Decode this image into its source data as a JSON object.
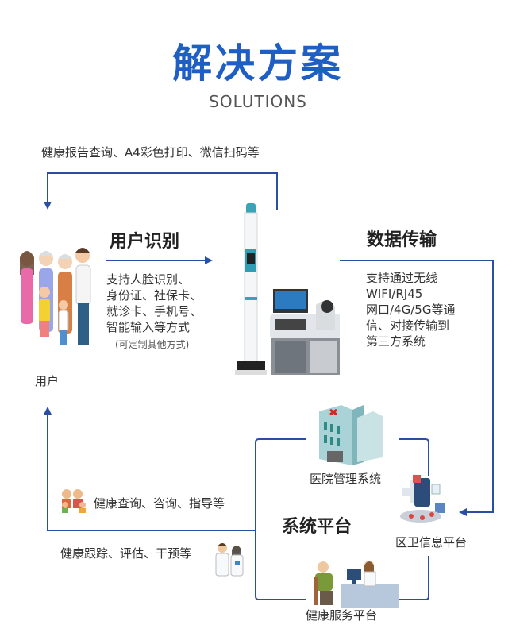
{
  "header": {
    "title": "解决方案",
    "subtitle": "SOLUTIONS"
  },
  "top_loop": {
    "label": "健康报告查询、A4彩色打印、微信扫码等"
  },
  "user": {
    "label": "用户"
  },
  "identification": {
    "heading": "用户识别",
    "lines": [
      "支持人脸识别、",
      "身份证、社保卡、",
      "就诊卡、手机号、",
      "智能输入等方式"
    ],
    "note": "(可定制其他方式)"
  },
  "transfer": {
    "heading": "数据传输",
    "lines": [
      "支持通过无线",
      "WIFI/RJ45",
      "网口/4G/5G等通",
      "信、对接传输到",
      "第三方系统"
    ]
  },
  "platform": {
    "heading": "系统平台",
    "hospital": "医院管理系统",
    "regional": "区卫信息平台",
    "service": "健康服务平台"
  },
  "feedback": {
    "query": "健康查询、咨询、指导等",
    "tracking": "健康跟踪、评估、干预等"
  },
  "colors": {
    "accent": "#1f5fc4",
    "line": "#2b4fa0"
  }
}
